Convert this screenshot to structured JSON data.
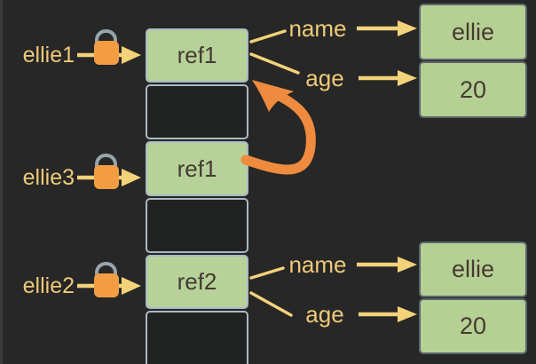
{
  "diagram": {
    "title": "object reference locks diagram",
    "colors": {
      "background": "#272727",
      "box_green": "#b6d298",
      "box_text_brown": "#463a32",
      "label_yellow": "#eec978",
      "arrow_yellow": "#f3d27a",
      "lock_orange": "#f29d42",
      "curve_arrow_orange": "#ee8b3e",
      "shackle_gray": "#97a4ab",
      "cell_border": "#a9bac4",
      "object_border": "#5b666b"
    }
  },
  "variables": [
    {
      "label": "ellie1"
    },
    {
      "label": "ellie3"
    },
    {
      "label": "ellie2"
    }
  ],
  "memory_cells": [
    {
      "value": "ref1",
      "filled": true
    },
    {
      "value": "",
      "filled": false
    },
    {
      "value": "ref1",
      "filled": true
    },
    {
      "value": "",
      "filled": false
    },
    {
      "value": "ref2",
      "filled": true
    },
    {
      "value": "",
      "filled": false
    }
  ],
  "objects": [
    {
      "properties": [
        {
          "key": "name",
          "value": "ellie"
        },
        {
          "key": "age",
          "value": "20"
        }
      ]
    },
    {
      "properties": [
        {
          "key": "name",
          "value": "ellie"
        },
        {
          "key": "age",
          "value": "20"
        }
      ]
    }
  ]
}
